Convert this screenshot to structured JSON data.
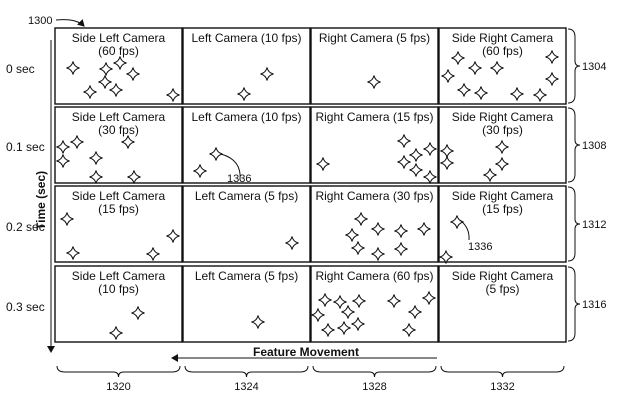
{
  "figure_ref": "1300",
  "time_axis_label": "Time (sec)",
  "feature_axis_label": "Feature Movement",
  "time_labels": [
    "0 sec",
    "0.1 sec",
    "0.2 sec",
    "0.3 sec"
  ],
  "row_refs": [
    "1304",
    "1308",
    "1312",
    "1316"
  ],
  "col_refs": [
    "1320",
    "1324",
    "1328",
    "1332"
  ],
  "feature_refs": [
    "1336",
    "1336"
  ],
  "cells": [
    [
      {
        "line1": "Side Left Camera",
        "line2": "(60 fps)"
      },
      {
        "line1": "Left Camera (10 fps)",
        "line2": ""
      },
      {
        "line1": "Right Camera (5 fps)",
        "line2": ""
      },
      {
        "line1": "Side Right Camera",
        "line2": "(60 fps)"
      }
    ],
    [
      {
        "line1": "Side Left Camera",
        "line2": "(30 fps)"
      },
      {
        "line1": "Left Camera (10 fps)",
        "line2": ""
      },
      {
        "line1": "Right Camera (15 fps)",
        "line2": ""
      },
      {
        "line1": "Side Right Camera",
        "line2": "(30 fps)"
      }
    ],
    [
      {
        "line1": "Side Left Camera",
        "line2": "(15 fps)"
      },
      {
        "line1": "Left Camera (5 fps)",
        "line2": ""
      },
      {
        "line1": "Right Camera (30 fps)",
        "line2": ""
      },
      {
        "line1": "Side Right Camera",
        "line2": "(15 fps)"
      }
    ],
    [
      {
        "line1": "Side Left Camera",
        "line2": "(10 fps)"
      },
      {
        "line1": "Left Camera (5 fps)",
        "line2": ""
      },
      {
        "line1": "Right Camera (60 fps)",
        "line2": ""
      },
      {
        "line1": "Side Right Camera",
        "line2": "(5 fps)"
      }
    ]
  ]
}
